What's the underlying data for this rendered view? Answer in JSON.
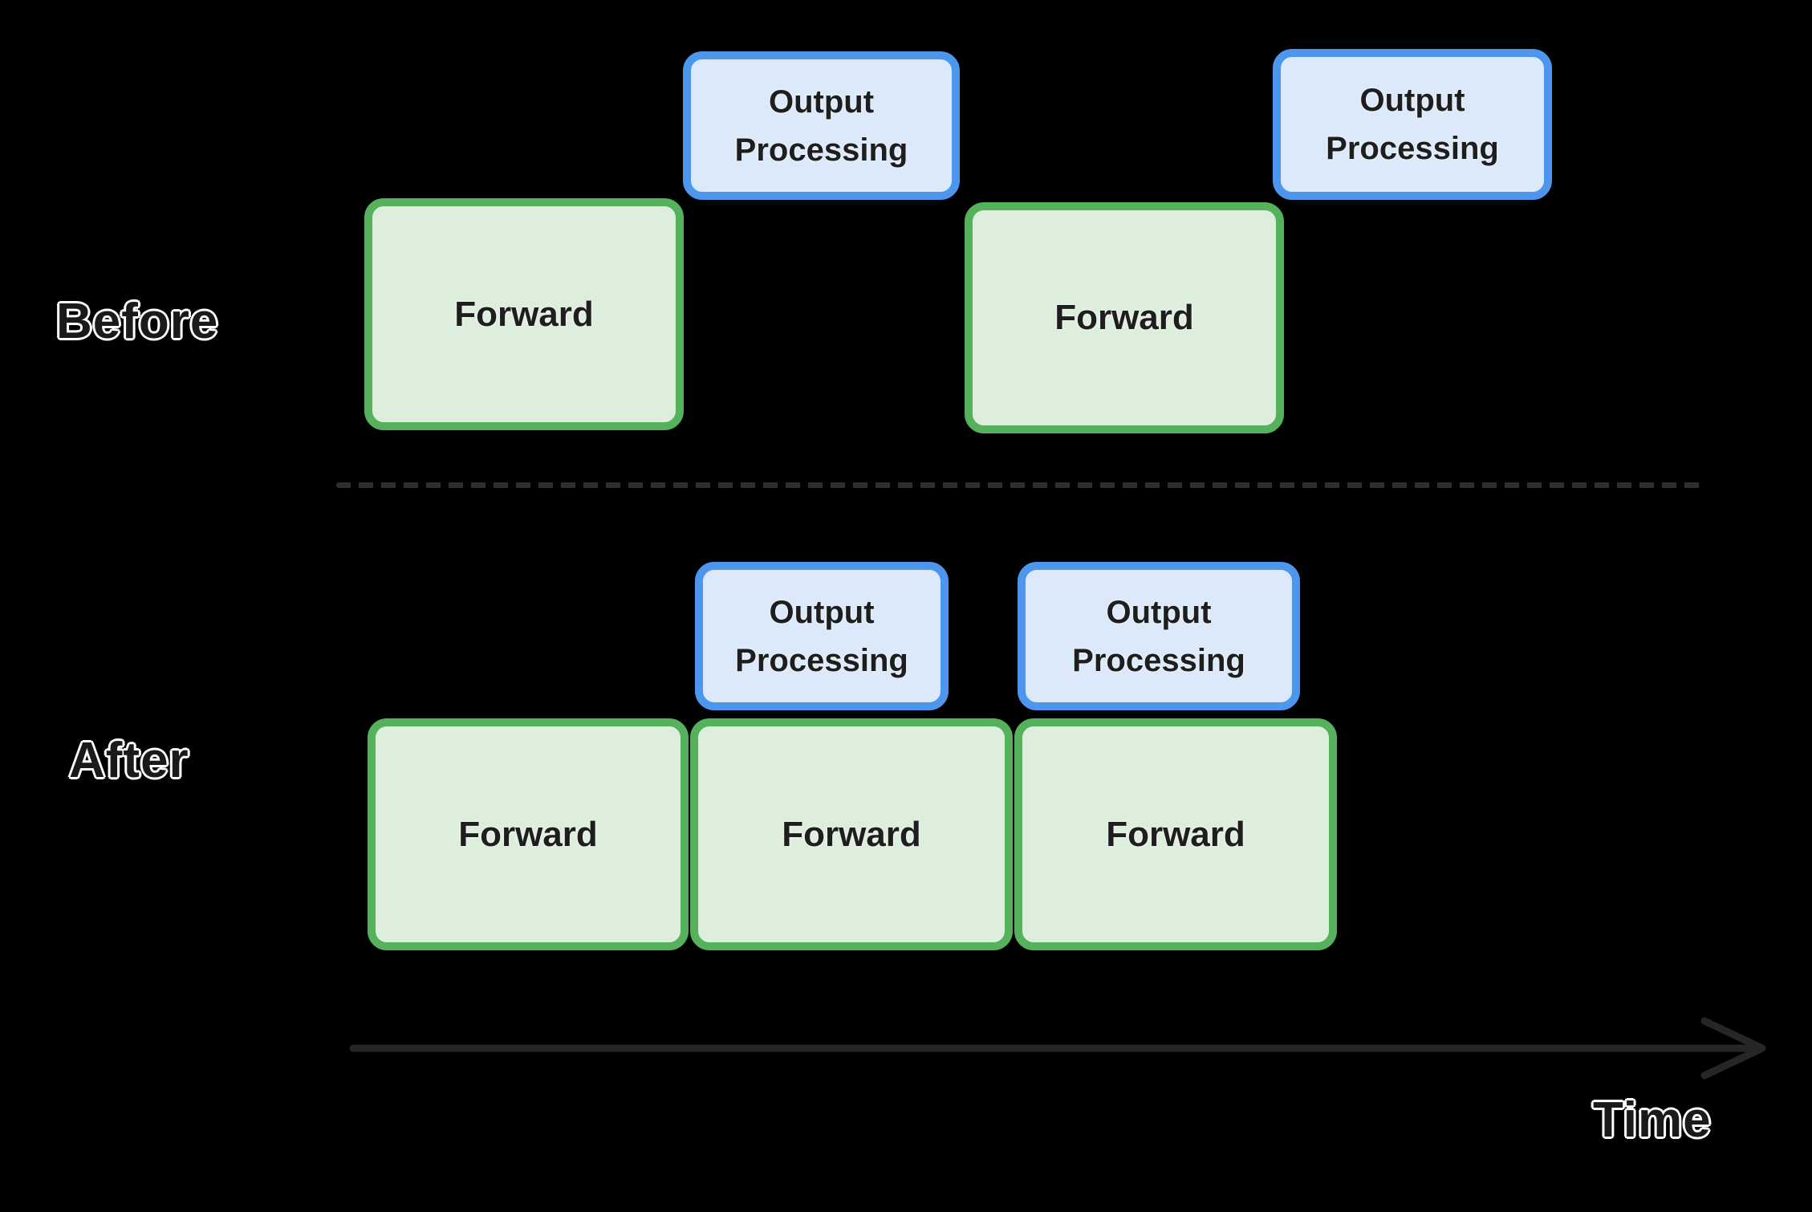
{
  "diagram": {
    "rows": [
      {
        "label": "Before",
        "forward_boxes": [
          "Forward",
          "Forward"
        ],
        "output_boxes": [
          "Output Processing",
          "Output Processing"
        ]
      },
      {
        "label": "After",
        "forward_boxes": [
          "Forward",
          "Forward",
          "Forward"
        ],
        "output_boxes": [
          "Output Processing",
          "Output Processing"
        ]
      }
    ],
    "time_axis_label": "Time",
    "colors": {
      "background": "#000000",
      "forward_fill": "#deeedd",
      "forward_border": "#55b15c",
      "output_fill": "#dbe9fa",
      "output_border": "#4d96ee",
      "box_text": "#1e1e1e",
      "label_text": "#1a1a1a",
      "label_outline": "#ffffff",
      "dashed_divider": "#2e2e2e",
      "time_arrow": "#262626"
    }
  }
}
